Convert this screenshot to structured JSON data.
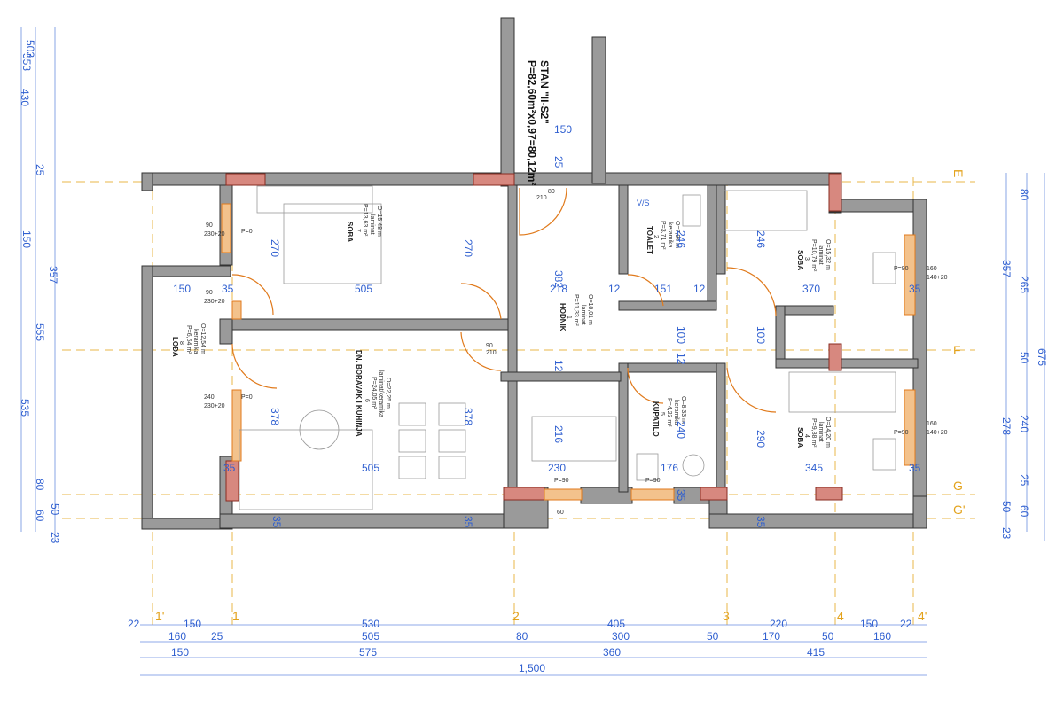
{
  "title": {
    "line1": "STAN \"II-S2\"",
    "line2": "P=82,60m²x0,97=80,12m²"
  },
  "axes": {
    "cols": [
      "1'",
      "1",
      "2",
      "3",
      "4",
      "4'"
    ],
    "rows": [
      "E",
      "F",
      "G",
      "G'"
    ]
  },
  "rooms": {
    "soba7": {
      "name": "SOBA",
      "num": "7",
      "area": "P=13,63 m²",
      "floor": "laminat",
      "perim": "O=15,48 m"
    },
    "dnevni": {
      "name": "DN. BORAVAK I KUHINJA",
      "num": "6",
      "area": "P=24,05 m²",
      "floor": "laminat/keramika",
      "perim": "O=22,25 m"
    },
    "lodja": {
      "name": "LOĐA",
      "num": "8",
      "area": "P=6,64 m²",
      "floor": "keramika",
      "perim": "O=12,54 m"
    },
    "hodnik": {
      "name": "HODNIK",
      "num": "1",
      "area": "P=11,33 m²",
      "floor": "laminat",
      "perim": "O=18,01 m"
    },
    "toalet": {
      "name": "TOALET",
      "num": "2",
      "area": "P=3,71 m²",
      "floor": "keramika",
      "perim": "O=7,94 m"
    },
    "kupatilo": {
      "name": "KUPATILO",
      "num": "5",
      "area": "P=4,23 m²",
      "floor": "keramika",
      "perim": "O=8,33 m"
    },
    "soba3": {
      "name": "SOBA",
      "num": "3",
      "area": "P=10,79 m²",
      "floor": "laminat",
      "perim": "O=15,32 m"
    },
    "soba4": {
      "name": "SOBA",
      "num": "4",
      "area": "P=9,88 m²",
      "floor": "laminat",
      "perim": "O=14,20 m"
    }
  },
  "fixtures": {
    "vs": "V/S"
  },
  "left_dims": {
    "col1": [
      "553",
      "503",
      "430",
      "25",
      "150",
      "357",
      "555",
      "535",
      "80",
      "60"
    ],
    "col2": [
      "50",
      "23"
    ],
    "mid": [
      "270",
      "270",
      "378",
      "378"
    ]
  },
  "right_dims": {
    "col1": [
      "80",
      "357",
      "265",
      "50",
      "240",
      "278",
      "25",
      "50",
      "60"
    ],
    "col2": [
      "675",
      "23"
    ]
  },
  "bottom_dims": {
    "row1": [
      "22",
      "150",
      "530",
      "405",
      "220",
      "150",
      "22"
    ],
    "row2": [
      "160",
      "25",
      "505",
      "80",
      "300",
      "50",
      "170",
      "50",
      "160"
    ],
    "row3": [
      "150",
      "575",
      "360",
      "415"
    ],
    "row4": [
      "1,500"
    ]
  },
  "inner_dims": {
    "d150": "150",
    "d25": "25",
    "d505a": "505",
    "d505b": "505",
    "d150b": "150",
    "d35a": "35",
    "d218": "218",
    "d12a": "12",
    "d12b": "12",
    "d151": "151",
    "d370": "370",
    "d35b": "35",
    "d382": "382",
    "d246a": "246",
    "d246b": "246",
    "d100a": "100",
    "d100b": "100",
    "d230": "230",
    "d176": "176",
    "d345": "345",
    "d35c": "35",
    "d216": "216",
    "d240": "240",
    "d290": "290",
    "d12c": "12",
    "d12d": "12",
    "d35d": "35",
    "d35e": "35",
    "d35f": "35",
    "d35g": "35",
    "d35h": "35"
  },
  "window_labels": {
    "w1": "90",
    "w1b": "230+20",
    "w2": "90",
    "w2b": "230+20",
    "w3": "240",
    "w3b": "230+20",
    "w4": "160",
    "w4b": "140+20",
    "w5": "160",
    "w5b": "140+20",
    "p0a": "P=0",
    "p0b": "P=0",
    "p90a": "P=90",
    "p90b": "P=90",
    "p90c": "P=90",
    "p90d": "P=90",
    "d60": "60",
    "d210": "210",
    "d210b": "210",
    "d90": "90",
    "d80": "80"
  }
}
